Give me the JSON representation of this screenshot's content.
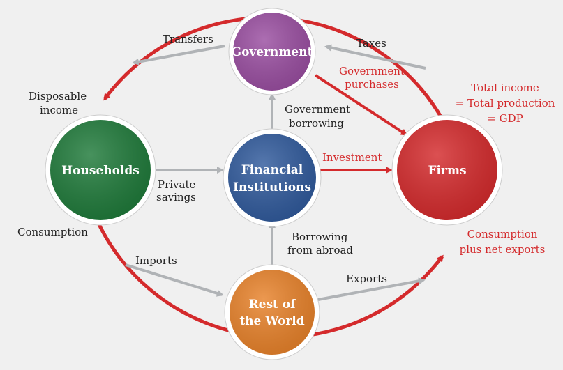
{
  "nodes": {
    "government": {
      "line1": "Government",
      "color": "#9a4ea1"
    },
    "households": {
      "line1": "Households",
      "color": "#1f7a3a"
    },
    "financial": {
      "line1": "Financial",
      "line2": "Institutions",
      "color": "#305a9c"
    },
    "firms": {
      "line1": "Firms",
      "color": "#d42a2c"
    },
    "rest_of_world": {
      "line1": "Rest of",
      "line2": "the World",
      "color": "#e8822a"
    }
  },
  "labels": {
    "transfers": "Transfers",
    "taxes": "Taxes",
    "disposable_line1": "Disposable",
    "disposable_line2": "income",
    "gov_purchases_line1": "Government",
    "gov_purchases_line2": "purchases",
    "total_income_line1": "Total income",
    "total_income_line2": "= Total production",
    "total_income_line3": "= GDP",
    "gov_borrowing_line1": "Government",
    "gov_borrowing_line2": "borrowing",
    "investment": "Investment",
    "private_line1": "Private",
    "private_line2": "savings",
    "consumption": "Consumption",
    "borrowing_line1": "Borrowing",
    "borrowing_line2": "from abroad",
    "imports": "Imports",
    "exports": "Exports",
    "cons_net_line1": "Consumption",
    "cons_net_line2": "plus net exports"
  },
  "colors": {
    "flow_red": "#d42a2c",
    "flow_gray": "#b0b3b6",
    "background": "#f0f0f0"
  }
}
